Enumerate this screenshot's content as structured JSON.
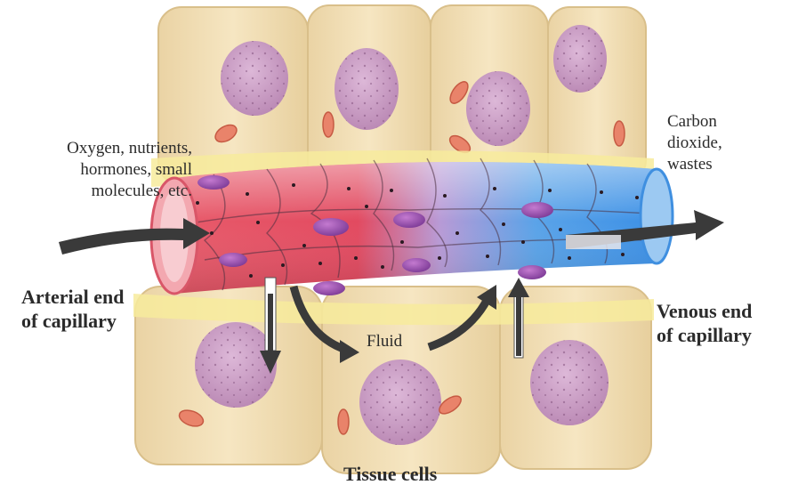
{
  "labels": {
    "inputs": [
      "Oxygen, nutrients,",
      "hormones, small",
      "molecules, etc."
    ],
    "outputs": [
      "Carbon",
      "dioxide,",
      "wastes"
    ],
    "arterial": [
      "Arterial end",
      "of capillary"
    ],
    "venous": [
      "Venous end",
      "of capillary"
    ],
    "fluid": "Fluid",
    "tissue": "Tissue cells"
  },
  "colors": {
    "arterial": "#e04a5c",
    "venous": "#3f8fe0",
    "cell_body": "#f1dcae",
    "nucleus": "#c99ac2",
    "arrow": "#3a3a3a",
    "text": "#2b2b2b"
  }
}
